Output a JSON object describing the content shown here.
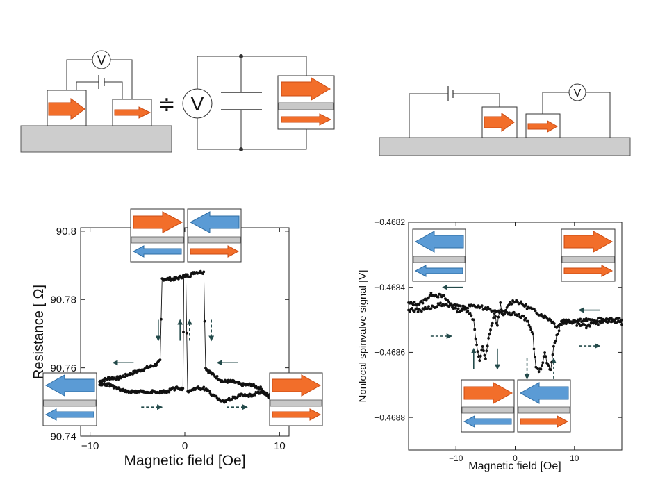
{
  "colors": {
    "orange": "#F26E2A",
    "orange_edge": "#C94A12",
    "blue": "#5B9BD5",
    "blue_edge": "#2E6DA4",
    "spacer_gray": "#C8C8C8",
    "substrate_gray": "#CDCDCD",
    "data_black": "#111111",
    "guide_arrow": "#234A4A"
  },
  "circuits": {
    "voltmeter_label": "V",
    "approx_equal_symbol": "≑"
  },
  "chart_data": [
    {
      "type": "scatter",
      "title": "",
      "xlabel": "Magnetic field [Oe]",
      "ylabel": "Resistance [ Ω]",
      "xlim": [
        -11,
        11
      ],
      "ylim": [
        90.74,
        90.801
      ],
      "x_ticks": [
        -10,
        0,
        10
      ],
      "x_tick_labels": [
        "−10",
        "0",
        "10"
      ],
      "y_ticks": [
        90.74,
        90.76,
        90.78,
        90.8
      ],
      "y_tick_labels": [
        "90.74",
        "90.76",
        "90.78",
        "90.8"
      ],
      "grid": false,
      "series": [
        {
          "x": [
            -9.0,
            -8.0,
            -7.0,
            -6.0,
            -5.0,
            -4.0,
            -3.0,
            -2.6,
            -2.4,
            -2.0,
            -1.0,
            0.0,
            0.2,
            0.5,
            1.0,
            2.0,
            2.2,
            2.5,
            3.0,
            4.0,
            5.0,
            6.0,
            7.0,
            8.0,
            9.0
          ],
          "y": [
            90.756,
            90.757,
            90.757,
            90.758,
            90.759,
            90.76,
            90.761,
            90.762,
            90.786,
            90.786,
            90.786,
            90.787,
            90.787,
            90.787,
            90.788,
            90.788,
            90.76,
            90.759,
            90.758,
            90.756,
            90.756,
            90.755,
            90.755,
            90.754,
            90.751
          ]
        },
        {
          "x": [
            9.0,
            8.0,
            7.0,
            6.0,
            5.0,
            4.0,
            3.0,
            2.0,
            1.0,
            0.3,
            0.1,
            -0.1,
            -0.2,
            -1.0,
            -2.0,
            -3.0,
            -4.0,
            -5.0,
            -6.0,
            -7.0,
            -8.0,
            -9.0
          ],
          "y": [
            90.752,
            90.753,
            90.752,
            90.752,
            90.751,
            90.75,
            90.752,
            90.754,
            90.754,
            90.753,
            90.787,
            90.787,
            90.754,
            90.754,
            90.753,
            90.753,
            90.753,
            90.753,
            90.753,
            90.754,
            90.755,
            90.755
          ]
        }
      ],
      "guide_arrows": [
        {
          "x": -6.5,
          "y": 90.7615,
          "dir": "left",
          "style": "solid"
        },
        {
          "x": 4.5,
          "y": 90.7615,
          "dir": "left",
          "style": "solid"
        },
        {
          "x": -3.5,
          "y": 90.7485,
          "dir": "right",
          "style": "dashed"
        },
        {
          "x": 5.5,
          "y": 90.7485,
          "dir": "right",
          "style": "dashed"
        },
        {
          "x": -2.8,
          "y": 90.771,
          "dir": "down",
          "style": "solid"
        },
        {
          "x": -0.5,
          "y": 90.771,
          "dir": "up",
          "style": "solid"
        },
        {
          "x": 0.5,
          "y": 90.771,
          "dir": "up",
          "style": "dashed"
        },
        {
          "x": 2.8,
          "y": 90.771,
          "dir": "down",
          "style": "dashed"
        }
      ]
    },
    {
      "type": "scatter",
      "title": "",
      "xlabel": "Magnetic field [Oe]",
      "ylabel": "Nonlocal spinvalve signal [V]",
      "xlim": [
        -18,
        18
      ],
      "ylim": [
        -0.4689,
        -0.4682
      ],
      "x_ticks": [
        -10,
        0,
        10
      ],
      "x_tick_labels": [
        "−10",
        "0",
        "10"
      ],
      "y_ticks": [
        -0.4688,
        -0.4686,
        -0.4684,
        -0.4682
      ],
      "y_tick_labels": [
        "−0.4688",
        "−0.4686",
        "−0.4684",
        "−0.4682"
      ],
      "grid": false,
      "series": [
        {
          "x": [
            -18,
            -16,
            -14,
            -12,
            -10,
            -8,
            -7,
            -6.5,
            -6,
            -5.5,
            -5,
            -4.5,
            -4,
            -3.5,
            -3,
            -2.5,
            -2,
            -1,
            0,
            2,
            4,
            5,
            6,
            7,
            8,
            10,
            12,
            14,
            16,
            18
          ],
          "y": [
            -0.46845,
            -0.46845,
            -0.46842,
            -0.46843,
            -0.46847,
            -0.46847,
            -0.4685,
            -0.46858,
            -0.46863,
            -0.46858,
            -0.46862,
            -0.46856,
            -0.46852,
            -0.46848,
            -0.46852,
            -0.46845,
            -0.46849,
            -0.46845,
            -0.46844,
            -0.46846,
            -0.46848,
            -0.46849,
            -0.4685,
            -0.46852,
            -0.46851,
            -0.4685,
            -0.4685,
            -0.46851,
            -0.4685,
            -0.4685
          ]
        },
        {
          "x": [
            18,
            16,
            14,
            12,
            10,
            8,
            7,
            6.5,
            6,
            5.5,
            5,
            4.5,
            4,
            3.5,
            3,
            2.5,
            2,
            1,
            0,
            -2,
            -4,
            -6,
            -8,
            -10,
            -12,
            -14,
            -16,
            -18
          ],
          "y": [
            -0.46851,
            -0.4685,
            -0.4685,
            -0.46852,
            -0.46851,
            -0.4685,
            -0.46855,
            -0.46858,
            -0.46865,
            -0.46864,
            -0.4686,
            -0.46864,
            -0.46866,
            -0.46865,
            -0.46855,
            -0.46852,
            -0.4685,
            -0.46849,
            -0.46848,
            -0.46848,
            -0.46847,
            -0.46846,
            -0.46846,
            -0.46846,
            -0.46845,
            -0.46846,
            -0.46847,
            -0.46847
          ]
        }
      ],
      "guide_arrows": [
        {
          "x": -10.5,
          "y": -0.4684,
          "dir": "left",
          "style": "solid"
        },
        {
          "x": 12.5,
          "y": -0.46847,
          "dir": "left",
          "style": "solid"
        },
        {
          "x": -12.5,
          "y": -0.46855,
          "dir": "right",
          "style": "dashed"
        },
        {
          "x": 12.5,
          "y": -0.46858,
          "dir": "right",
          "style": "dashed"
        },
        {
          "x": -7.0,
          "y": -0.46862,
          "dir": "up",
          "style": "solid"
        },
        {
          "x": -3.0,
          "y": -0.46862,
          "dir": "down",
          "style": "solid"
        },
        {
          "x": 2.0,
          "y": -0.46865,
          "dir": "down",
          "style": "dashed"
        },
        {
          "x": 6.5,
          "y": -0.46865,
          "dir": "up",
          "style": "dashed"
        }
      ]
    }
  ]
}
